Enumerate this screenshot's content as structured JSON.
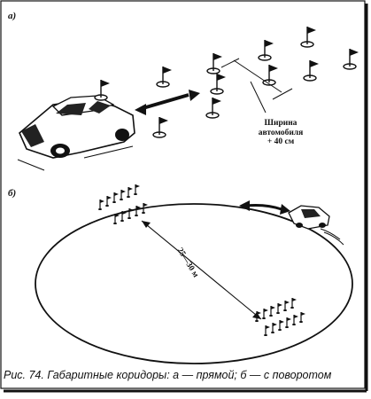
{
  "panel_a": {
    "label": "а)",
    "width_note": [
      "Ширина",
      "автомобиля",
      "+ 40 см"
    ]
  },
  "panel_b": {
    "label": "б)",
    "distance": "25—30 м"
  },
  "caption": "Рис. 74. Габаритные коридоры: а — прямой; б — с поворотом",
  "colors": {
    "ink": "#111111",
    "paper": "#ffffff"
  }
}
